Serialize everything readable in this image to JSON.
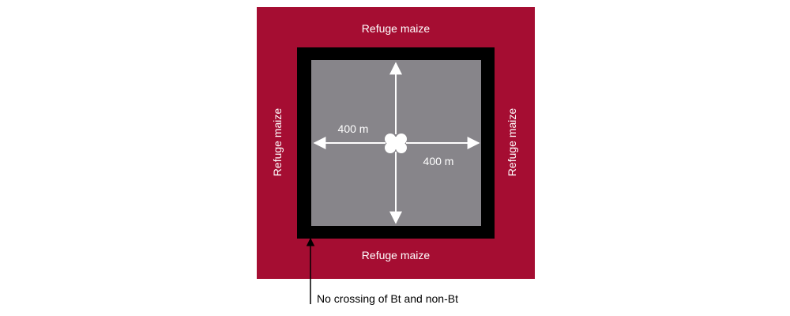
{
  "labels": {
    "refuge_top": "Refuge maize",
    "refuge_bottom": "Refuge maize",
    "refuge_left": "Refuge maize",
    "refuge_right": "Refuge maize",
    "distance_left": "400 m",
    "distance_right": "400 m",
    "caption": "No crossing of Bt and non-Bt"
  },
  "colors": {
    "refuge": "#a50d32",
    "border": "#000000",
    "field": "#87858a",
    "arrows": "#ffffff",
    "text_light": "#ffffff",
    "text_dark": "#000000"
  },
  "icons": {
    "center": "cloud-shape-icon"
  }
}
